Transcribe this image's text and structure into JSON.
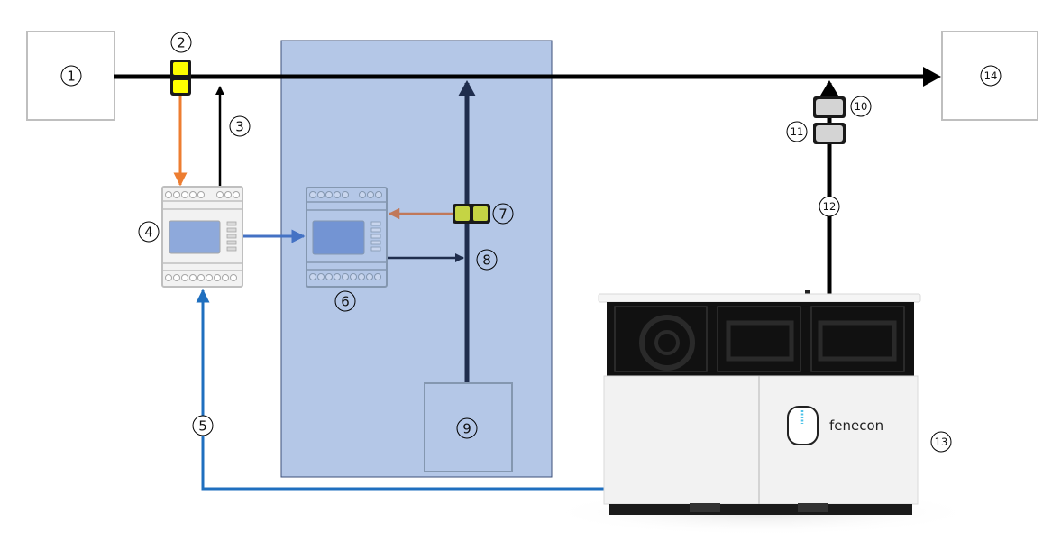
{
  "labels": {
    "n1": "1",
    "n2": "2",
    "n3": "3",
    "n4": "4",
    "n5": "5",
    "n6": "6",
    "n7": "7",
    "n8": "8",
    "n9": "9",
    "n10": "10",
    "n11": "11",
    "n12": "12",
    "n13": "13",
    "n14": "14"
  },
  "brand": "fenecon",
  "colors": {
    "main_line": "#000000",
    "highlight_panel": "#b4c7e7",
    "panel_border": "#3b4f7a",
    "orange_signal": "#ed7d31",
    "blue_signal": "#4472c4",
    "sensor_yellow": "#ffff00",
    "sensor_olive": "#c5d444",
    "brown_signal": "#c0785a",
    "dark_navy": "#1f2d4d",
    "light_blue_cable": "#1f6fbf",
    "box_border": "#bfbfbf"
  }
}
